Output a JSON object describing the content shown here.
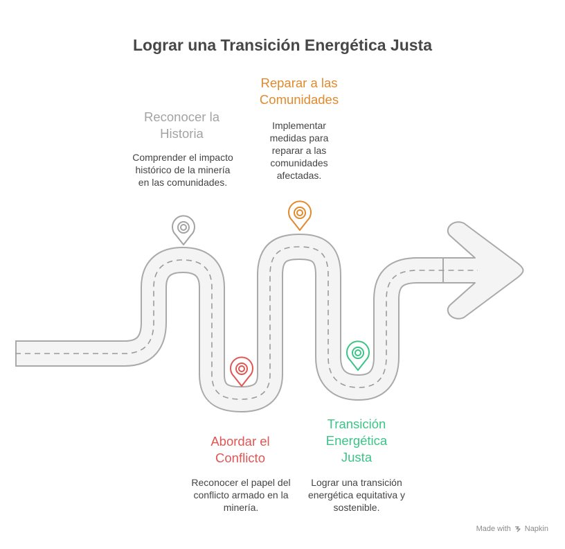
{
  "title": "Lograr una Transición Energética Justa",
  "steps": [
    {
      "title": "Reconocer la Historia",
      "description": "Comprender el impacto histórico de la minería en las comunidades.",
      "color": "#a3a3a3"
    },
    {
      "title": "Abordar el Conflicto",
      "description": "Reconocer el papel del conflicto armado en la minería.",
      "color": "#e15554"
    },
    {
      "title": "Reparar a las Comunidades",
      "description": "Implementar medidas para reparar a las comunidades afectadas.",
      "color": "#e08a2e"
    },
    {
      "title": "Transición Energética Justa",
      "description": "Lograr una transición energética equitativa y sostenible.",
      "color": "#3cc487"
    }
  ],
  "footer": {
    "made_with": "Made with",
    "brand": "Napkin"
  },
  "colors": {
    "road_fill": "#f4f4f4",
    "road_outline": "#a9a9a9",
    "road_dash": "#9a9a9a",
    "title": "#474747",
    "text": "#444444"
  },
  "icons": [
    "location-pin-icon",
    "napkin-logo-icon"
  ]
}
